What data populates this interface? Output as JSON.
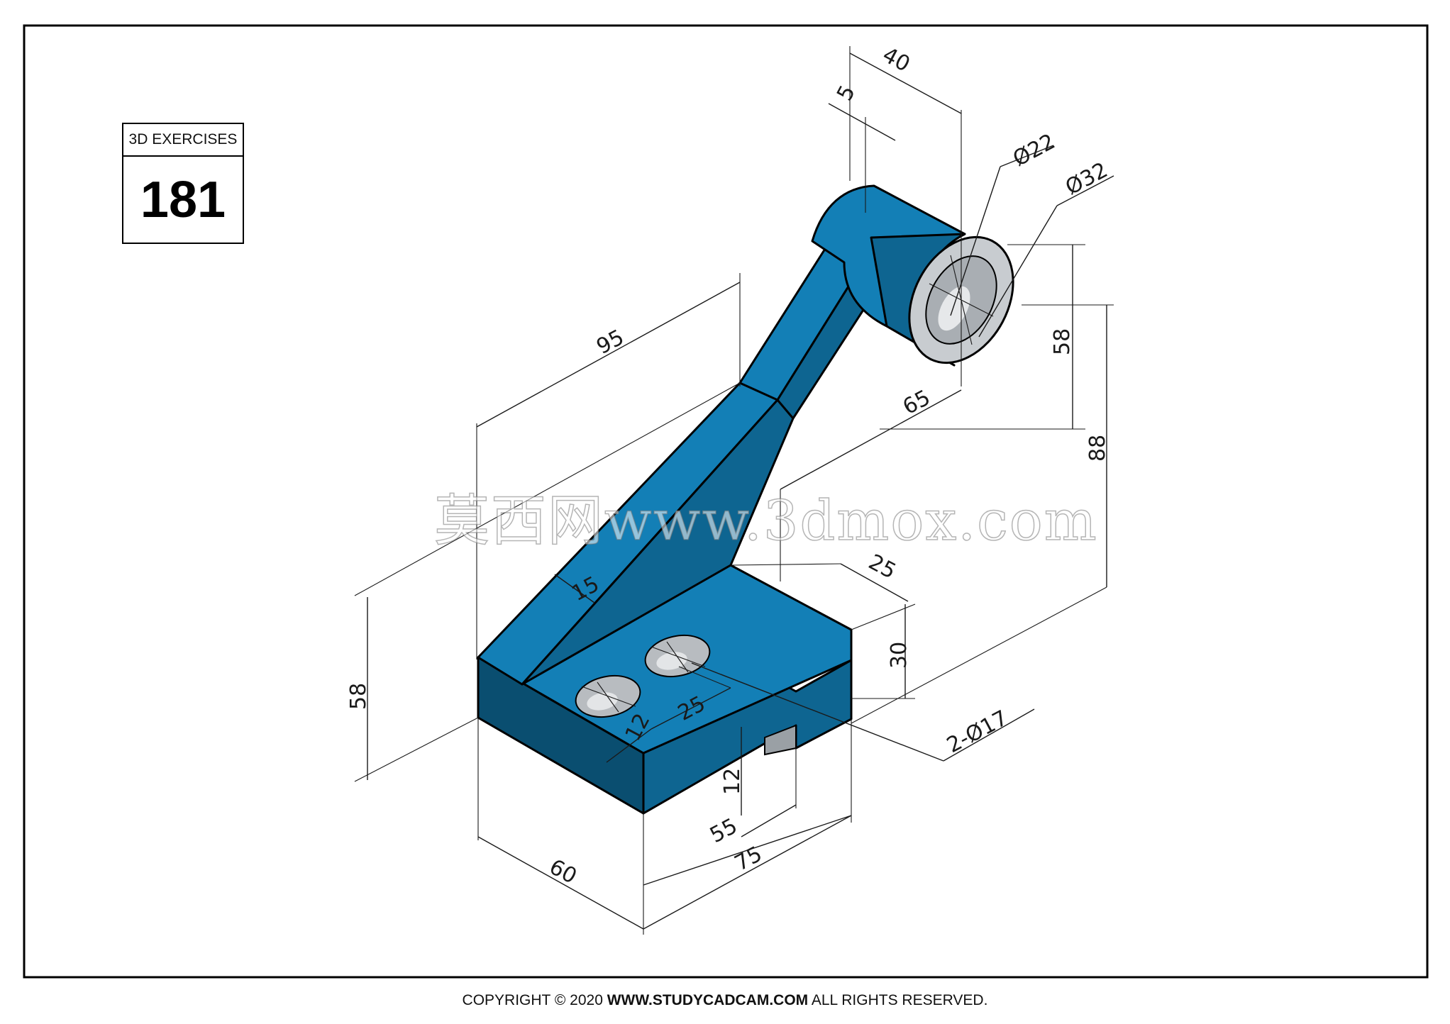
{
  "exercise": {
    "label": "3D EXERCISES",
    "number": "181"
  },
  "footer": {
    "prefix": "COPYRIGHT © 2020 ",
    "site": "WWW.STUDYCADCAM.COM",
    "suffix": " ALL RIGHTS RESERVED."
  },
  "watermark": "莫西网www.3dmox.com",
  "colors": {
    "part_top": "#137fb6",
    "part_side": "#0e6591",
    "part_front": "#0a4e70",
    "hole": "#b8bcc0",
    "border": "#000000"
  },
  "dimensions": {
    "d40": "40",
    "d5": "5",
    "d22": "Ø22",
    "d32": "Ø32",
    "d95": "95",
    "d65": "65",
    "d58_right": "58",
    "d88": "88",
    "d25_top": "25",
    "d15": "15",
    "d30": "30",
    "d58_left": "58",
    "d25_holes": "25",
    "d12_holes": "12",
    "d2x17": "2-Ø17",
    "d12_slot": "12",
    "d55": "55",
    "d60": "60",
    "d75": "75"
  }
}
